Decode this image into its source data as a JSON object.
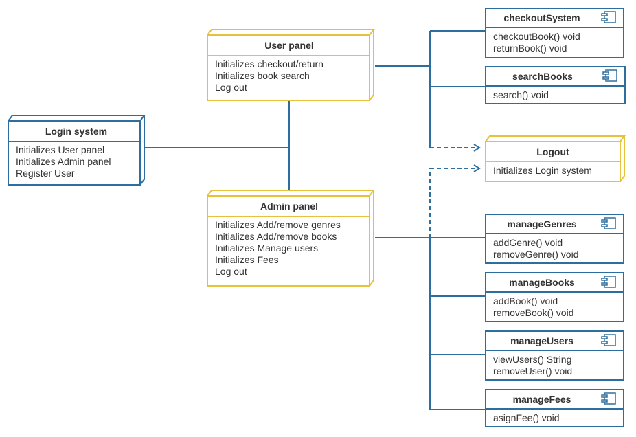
{
  "colors": {
    "blue": "#2e6e9e",
    "yellow": "#e8c13a",
    "text": "#333333",
    "background": "#ffffff"
  },
  "nodes": {
    "login_system": {
      "title": "Login system",
      "lines": [
        "Initializes User panel",
        "Initializes Admin panel",
        "Register User"
      ]
    },
    "user_panel": {
      "title": "User panel",
      "lines": [
        "Initializes checkout/return",
        "Initializes book search",
        "Log out"
      ]
    },
    "admin_panel": {
      "title": "Admin panel",
      "lines": [
        "Initializes Add/remove genres",
        "Initializes Add/remove books",
        "Initializes Manage users",
        "Initializes Fees",
        "Log out"
      ]
    },
    "logout": {
      "title": "Logout",
      "lines": [
        "Initializes Login system"
      ]
    }
  },
  "components": {
    "checkout_system": {
      "title": "checkoutSystem",
      "icon": "component-icon",
      "lines": [
        "checkoutBook() void",
        "returnBook() void"
      ]
    },
    "search_books": {
      "title": "searchBooks",
      "icon": "component-icon",
      "lines": [
        "search() void"
      ]
    },
    "manage_genres": {
      "title": "manageGenres",
      "icon": "component-icon",
      "lines": [
        "addGenre() void",
        "removeGenre() void"
      ]
    },
    "manage_books": {
      "title": "manageBooks",
      "icon": "component-icon",
      "lines": [
        "addBook() void",
        "removeBook() void"
      ]
    },
    "manage_users": {
      "title": "manageUsers",
      "icon": "component-icon",
      "lines": [
        "viewUsers() String",
        "removeUser() void"
      ]
    },
    "manage_fees": {
      "title": "manageFees",
      "icon": "component-icon",
      "lines": [
        "asignFee() void"
      ]
    }
  }
}
